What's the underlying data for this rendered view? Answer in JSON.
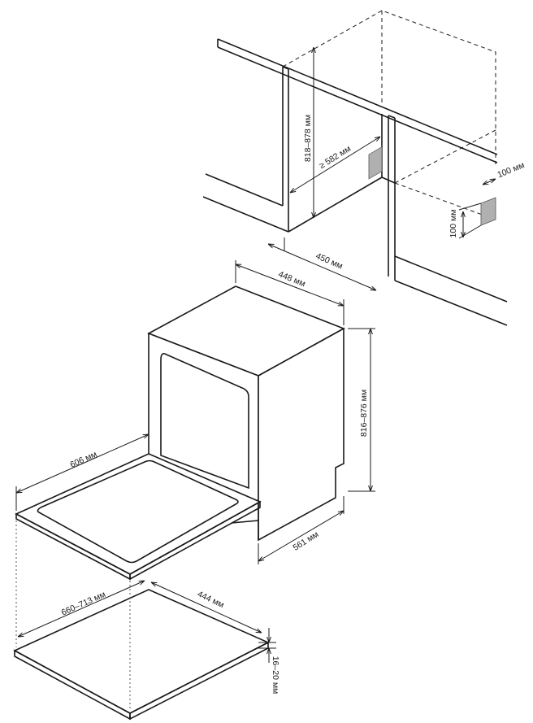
{
  "niche": {
    "dim_height": "818–878 мм",
    "dim_depth_min": "≥ 582 мм",
    "dim_width": "450 мм",
    "dim_vent_width": "100 мм",
    "dim_vent_height": "100 мм"
  },
  "appliance": {
    "dim_width": "448 мм",
    "dim_height": "816–876 мм",
    "dim_depth": "561 мм",
    "dim_door_open": "606 мм"
  },
  "panel": {
    "dim_height": "660–713 мм",
    "dim_width": "444 мм",
    "dim_thickness": "16–20 мм"
  }
}
